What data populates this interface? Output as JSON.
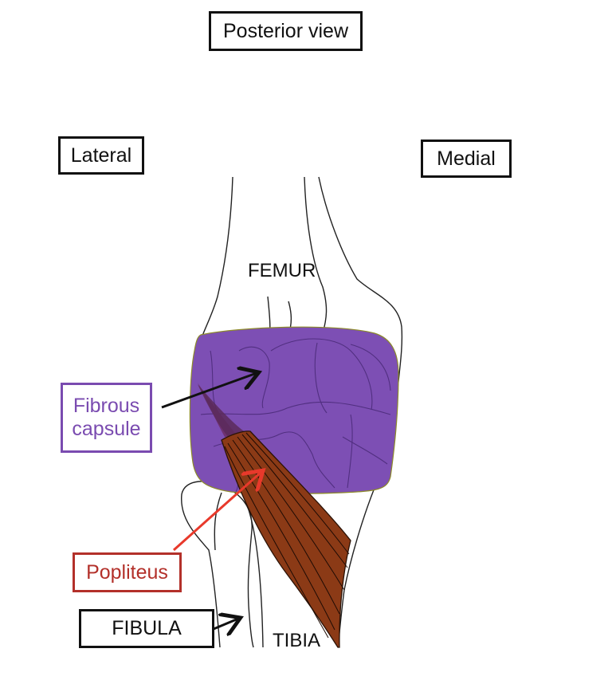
{
  "header": {
    "title": "Posterior view"
  },
  "orientation": {
    "lateral": "Lateral",
    "medial": "Medial"
  },
  "bones": {
    "femur": "FEMUR",
    "tibia": "TIBIA",
    "fibula": "FIBULA"
  },
  "callouts": {
    "capsule_line1": "Fibrous",
    "capsule_line2": "capsule",
    "popliteus": "Popliteus"
  },
  "colors": {
    "capsule_fill": "#7d4fb4",
    "capsule_text": "#7a4bb0",
    "popliteus_fill": "#8b3a16",
    "popliteus_text": "#b3302a",
    "capsule_arrow": "#111111",
    "popliteus_arrow": "#e8392b"
  }
}
